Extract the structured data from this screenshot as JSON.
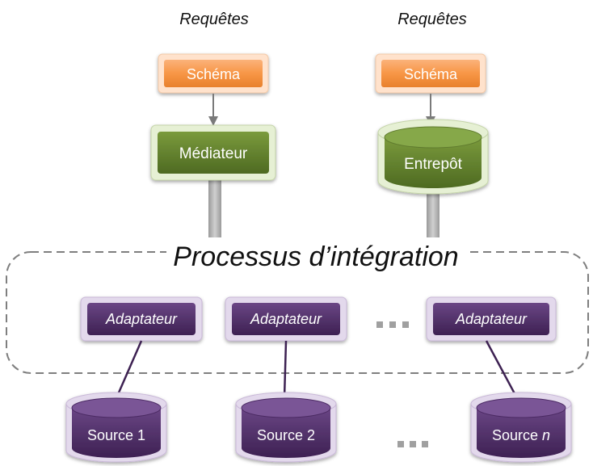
{
  "left_stack": {
    "query_label": "Requêtes",
    "schema_label": "Schéma",
    "mediator_label": "Médiateur"
  },
  "right_stack": {
    "query_label": "Requêtes",
    "schema_label": "Schéma",
    "warehouse_label": "Entrepôt"
  },
  "integration_label": "Processus d’intégration",
  "adapters": [
    {
      "label": "Adaptateur"
    },
    {
      "label": "Adaptateur"
    },
    {
      "label": "Adaptateur"
    }
  ],
  "sources": [
    {
      "label": "Source 1"
    },
    {
      "label": "Source 2"
    },
    {
      "label": "Source ",
      "suffix": "n"
    }
  ],
  "colors": {
    "schema": "#f79646",
    "mediator": "#5f7a2e",
    "adapter": "#4b2a63",
    "source": "#4b2a63",
    "dashed_border": "#7f7f7f"
  }
}
